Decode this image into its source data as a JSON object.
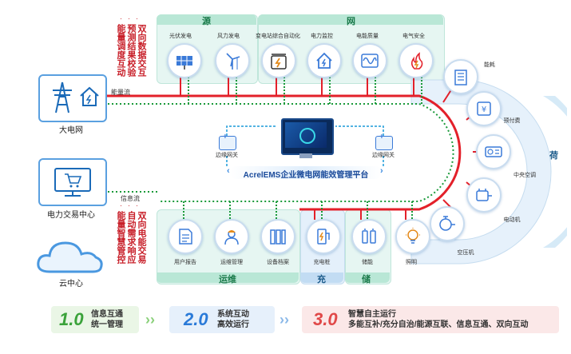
{
  "left": {
    "grid_label": "大电网",
    "market_label": "电力交易中心",
    "cloud_label": "云中心",
    "energy_flow": "能量流",
    "info_flow": "信息流",
    "vtext_top": [
      "双向数据交互",
      "预测结果校验",
      "能量调度互动"
    ],
    "vtext_bottom": [
      "双向电能交易",
      "自动需求响应",
      "能量智慧管控"
    ]
  },
  "top": {
    "source_title": "源",
    "net_title": "网",
    "items": [
      "光伏发电",
      "风力发电",
      "变电站综合自动化",
      "电力监控",
      "电能质量",
      "电气安全"
    ]
  },
  "center": {
    "platform": "AcrelEMS企业微电网能效管理平台",
    "gateway_left": "边缘网关",
    "gateway_right": "边缘网关"
  },
  "right": {
    "load_title": "荷",
    "items": [
      "能耗",
      "预付费",
      "中央空调",
      "电动机",
      "空压机"
    ]
  },
  "bottom": {
    "ops_title": "运维",
    "charge_title": "充",
    "store_title": "储",
    "items": [
      "用户报告",
      "运维管理",
      "设备档案",
      "充电桩",
      "储能",
      "照明"
    ]
  },
  "stages": [
    {
      "num": "1.0",
      "line1": "信息互通",
      "line2": "统一管理"
    },
    {
      "num": "2.0",
      "line1": "系统互动",
      "line2": "高效运行"
    },
    {
      "num": "3.0",
      "line1": "智慧自主运行",
      "line2": "多能互补/充分自治/能源互联、信息互通、双向互动"
    }
  ],
  "colors": {
    "energy_line": "#e3202a",
    "info_line": "#1a9a3a",
    "stage1": "#3aa23a",
    "stage2": "#2a7ad8",
    "stage3": "#e04848"
  }
}
